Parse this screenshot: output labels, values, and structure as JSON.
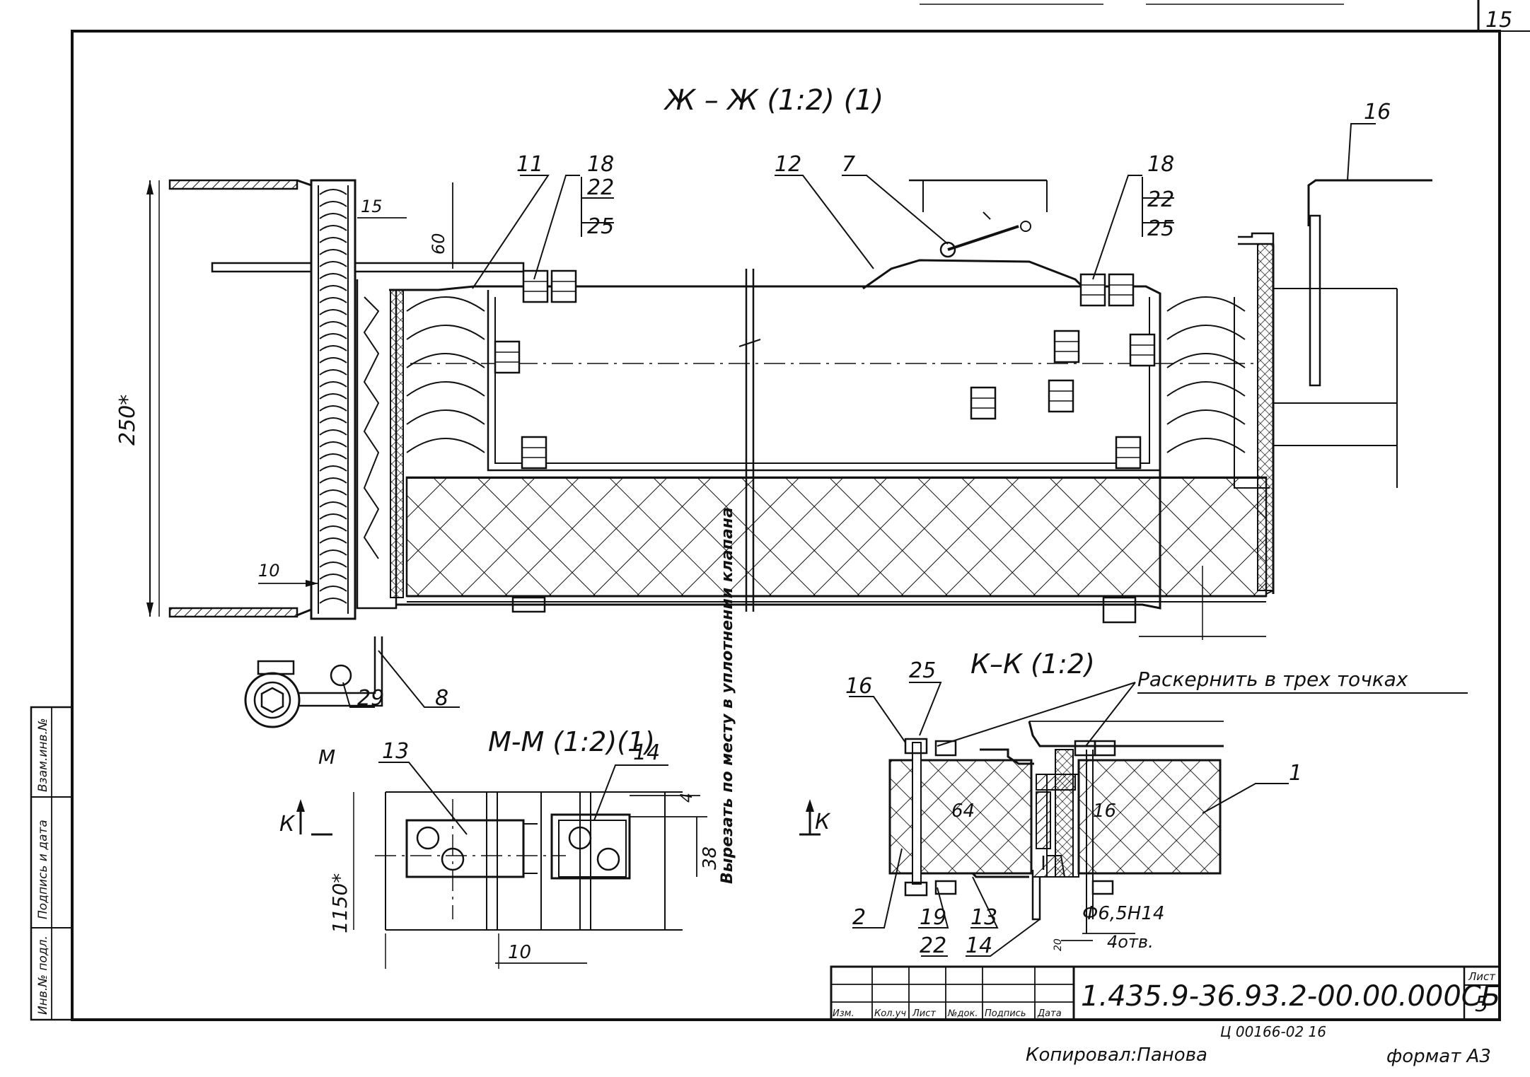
{
  "sheet": {
    "corner_number": "15",
    "copier": "Копировал:Панова",
    "format": "формат А3",
    "archive_code": "Ц 00166-02 16"
  },
  "views": {
    "zh_zh": {
      "title": "Ж – Ж (1:2) (1)"
    },
    "k_k": {
      "title": "К–К (1:2)",
      "note": "Раскернить в трех точках"
    },
    "m_m": {
      "title": "М-М (1:2)(1)"
    }
  },
  "leaders": {
    "pos_11": "11",
    "pos_12": "12",
    "pos_7": "7",
    "pos_16_top": "16",
    "pos_18_left": "18",
    "pos_22_left": "22",
    "pos_25_left": "25",
    "pos_18_right": "18",
    "pos_22_right": "22",
    "pos_25_right": "25",
    "pos_29": "29",
    "pos_8": "8",
    "pos_13_mm": "13",
    "pos_14_mm": "14",
    "pos_16_kk": "16",
    "pos_25_kk": "25",
    "pos_1_kk": "1",
    "pos_2_kk": "2",
    "pos_19_kk": "19",
    "pos_22_kk": "22",
    "pos_13_kk": "13",
    "pos_14_kk": "14"
  },
  "dimensions": {
    "d250": "250*",
    "d60": "60",
    "d15": "15",
    "d10_top": "10",
    "d4": "4",
    "d38": "38",
    "d1150": "1150*",
    "d10_mm": "10",
    "d64": "64",
    "d16": "16",
    "hole": "Ф6,5Н14",
    "holes_count": "4отв.",
    "d20": "20"
  },
  "section_marks": {
    "k_left": "К",
    "k_right": "К"
  },
  "m_mark": "М",
  "vertical_note": "Вырезать по месту в уплотнении клапана",
  "side_stamp": {
    "inv_podl": "Инв.№ подл.",
    "sign_date": "Подпись и дата",
    "vzam_inv": "Взам.инв.№"
  },
  "title_block": {
    "designation": "1.435.9-36.93.2-00.00.000СБ",
    "sheet_label": "Лист",
    "sheet_no": "5",
    "headers": [
      "Изм.",
      "Кол.уч",
      "Лист",
      "№док.",
      "Подпись",
      "Дата"
    ]
  }
}
